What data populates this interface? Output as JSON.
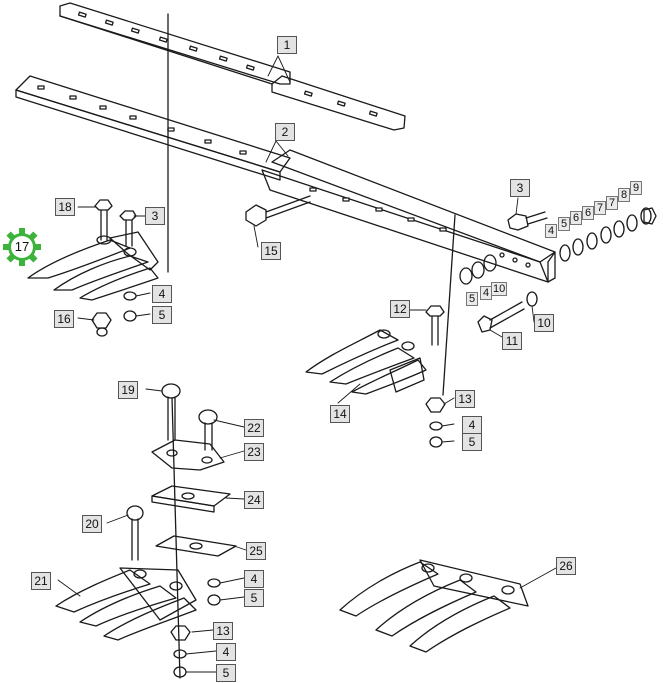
{
  "callouts": {
    "c1": "1",
    "c2": "2",
    "c3a": "3",
    "c3b": "3",
    "c4a": "4",
    "c4b": "4",
    "c4c": "4",
    "c4d": "4",
    "c4e": "4",
    "c4f": "4",
    "c5a": "5",
    "c5b": "5",
    "c5c": "5",
    "c5d": "5",
    "c5e": "5",
    "c5f": "5",
    "c6a": "6",
    "c6b": "6",
    "c7a": "7",
    "c7b": "7",
    "c8": "8",
    "c9": "9",
    "c10a": "10",
    "c10b": "10",
    "c11": "11",
    "c12": "12",
    "c13a": "13",
    "c13b": "13",
    "c14": "14",
    "c15": "15",
    "c16": "16",
    "c17": "17",
    "c18": "18",
    "c19": "19",
    "c20": "20",
    "c21": "21",
    "c22": "22",
    "c23": "23",
    "c24": "24",
    "c25": "25",
    "c26": "26"
  },
  "colors": {
    "line": "#1a1a1a",
    "label_bg": "#e3e3e3",
    "gear": "#3cb43c"
  },
  "icons": {
    "highlight": "gear-badge-icon"
  }
}
